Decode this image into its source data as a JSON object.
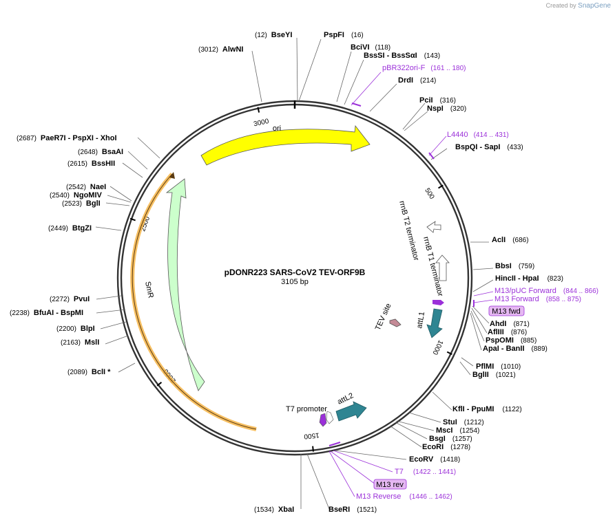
{
  "branding": {
    "created_by": "Created by",
    "app": "SnapGene"
  },
  "plasmid": {
    "name": "pDONR223 SARS-CoV2 TEV-ORF9B",
    "length_label": "3105 bp",
    "length": 3105
  },
  "ruler": [
    {
      "pos": 500,
      "label": "500"
    },
    {
      "pos": 1000,
      "label": "1000"
    },
    {
      "pos": 1500,
      "label": "1500"
    },
    {
      "pos": 2000,
      "label": "2000"
    },
    {
      "pos": 2500,
      "label": "2500"
    },
    {
      "pos": 3000,
      "label": "3000"
    }
  ],
  "sites": [
    {
      "name": "BseYI",
      "pos": "(12)"
    },
    {
      "name": "PspFI",
      "pos": "(16)"
    },
    {
      "name": "BciVI",
      "pos": "(118)"
    },
    {
      "name": "BssSI - BssSαI",
      "pos": "(143)"
    },
    {
      "name": "DrdI",
      "pos": "(214)"
    },
    {
      "name": "PciI",
      "pos": "(316)"
    },
    {
      "name": "NspI",
      "pos": "(320)"
    },
    {
      "name": "BspQI - SapI",
      "pos": "(433)"
    },
    {
      "name": "AclI",
      "pos": "(686)"
    },
    {
      "name": "BbsI",
      "pos": "(759)"
    },
    {
      "name": "HincII - HpaI",
      "pos": "(823)"
    },
    {
      "name": "AhdI",
      "pos": "(871)"
    },
    {
      "name": "AflIII",
      "pos": "(876)"
    },
    {
      "name": "PspOMI",
      "pos": "(885)"
    },
    {
      "name": "ApaI - BanII",
      "pos": "(889)"
    },
    {
      "name": "PflMI",
      "pos": "(1010)"
    },
    {
      "name": "BglII",
      "pos": "(1021)"
    },
    {
      "name": "KflI - PpuMI",
      "pos": "(1122)"
    },
    {
      "name": "StuI",
      "pos": "(1212)"
    },
    {
      "name": "MscI",
      "pos": "(1254)"
    },
    {
      "name": "BsgI",
      "pos": "(1257)"
    },
    {
      "name": "EcoRI",
      "pos": "(1278)"
    },
    {
      "name": "EcoRV",
      "pos": "(1418)"
    },
    {
      "name": "BseRI",
      "pos": "(1521)"
    },
    {
      "name": "XbaI",
      "pos": "(1534)"
    },
    {
      "name": "BclI *",
      "pos": "(2089)"
    },
    {
      "name": "MslI",
      "pos": "(2163)"
    },
    {
      "name": "BlpI",
      "pos": "(2200)"
    },
    {
      "name": "BfuAI - BspMI",
      "pos": "(2238)"
    },
    {
      "name": "PvuI",
      "pos": "(2272)"
    },
    {
      "name": "BtgZI",
      "pos": "(2449)"
    },
    {
      "name": "BglI",
      "pos": "(2523)"
    },
    {
      "name": "NgoMIV",
      "pos": "(2540)"
    },
    {
      "name": "NaeI",
      "pos": "(2542)"
    },
    {
      "name": "BssHII",
      "pos": "(2615)"
    },
    {
      "name": "BsaAI",
      "pos": "(2648)"
    },
    {
      "name": "PaeR7I - PspXI - XhoI",
      "pos": "(2687)"
    },
    {
      "name": "AlwNI",
      "pos": "(3012)"
    }
  ],
  "primers": [
    {
      "name": "pBR322ori-F",
      "range": "(161 .. 180)"
    },
    {
      "name": "L4440",
      "range": "(414 .. 431)"
    },
    {
      "name": "M13/pUC Forward",
      "range": "(844 .. 866)"
    },
    {
      "name": "M13 Forward",
      "range": "(858 .. 875)"
    },
    {
      "name": "T7",
      "range": "(1422 .. 1441)"
    },
    {
      "name": "M13 Reverse",
      "range": "(1446 .. 1462)"
    }
  ],
  "primer_boxes": {
    "fwd": "M13 fwd",
    "rev": "M13 rev"
  },
  "features": {
    "ori": "ori",
    "smr": "SmR",
    "rrnb_t2": "rrnB T2 terminator",
    "rrnb_t1": "rrnB T1 terminator",
    "attl1": "attL1",
    "tev": "TEV site",
    "attl2": "attL2",
    "t7_promoter": "T7 promoter"
  },
  "colors": {
    "ori": "#ffff00",
    "smr": "#ccffcc",
    "orange_band": "#f5b447",
    "attl": "#2f8592",
    "tev": "#c48a96",
    "primer": "#9b30d9",
    "primer_box": "#e5b8f2"
  }
}
